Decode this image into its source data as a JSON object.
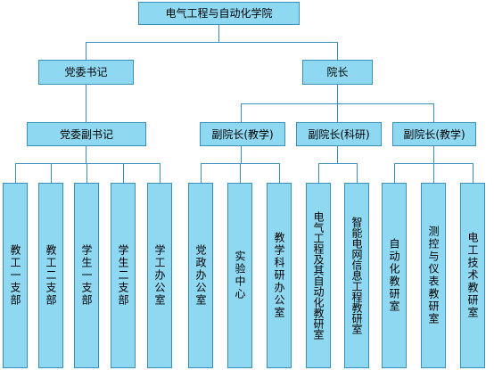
{
  "root": {
    "label": "电气工程与自动化学院"
  },
  "party_secretary": {
    "label": "党委书记"
  },
  "dean": {
    "label": "院长"
  },
  "deputy_party_secretary": {
    "label": "党委副书记"
  },
  "vice_dean_teaching_1": {
    "label": "副院长(教学)"
  },
  "vice_dean_research": {
    "label": "副院长(科研)"
  },
  "vice_dean_teaching_2": {
    "label": "副院长(教学)"
  },
  "party_units": [
    {
      "label": "教工一支部"
    },
    {
      "label": "教工二支部"
    },
    {
      "label": "学生一支部"
    },
    {
      "label": "学生二支部"
    },
    {
      "label": "学工办公室"
    }
  ],
  "admin_units": [
    {
      "label": "党政办公室"
    },
    {
      "label": "实验中心"
    },
    {
      "label": "教学科研办公室"
    }
  ],
  "research_units": [
    {
      "label": "电气工程及其自动化教研室"
    },
    {
      "label": "智能电网信息工程教研室"
    }
  ],
  "teaching_units": [
    {
      "label": "自动化教研室"
    },
    {
      "label": "测控与仪表教研室"
    },
    {
      "label": "电工技术教研室"
    }
  ]
}
